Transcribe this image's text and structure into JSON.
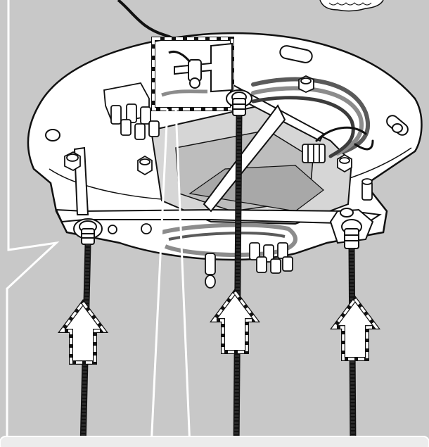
{
  "figure": {
    "background_color": "#c8c8c8",
    "panel_color": "#ececec",
    "line_color": "#111111",
    "plate_color": "#ffffff",
    "cable_color": "#2a2a2a",
    "wire_colors": [
      "#5a5a5a",
      "#8c8c8c",
      "#3c3c3c"
    ],
    "arrow_style": "dashed-outline",
    "arrow_count": 3,
    "callout": "dashed-rectangle-detail",
    "icons": [
      "arrow-up-icon",
      "screw-icon",
      "cable-gland-icon",
      "nut-icon"
    ]
  }
}
